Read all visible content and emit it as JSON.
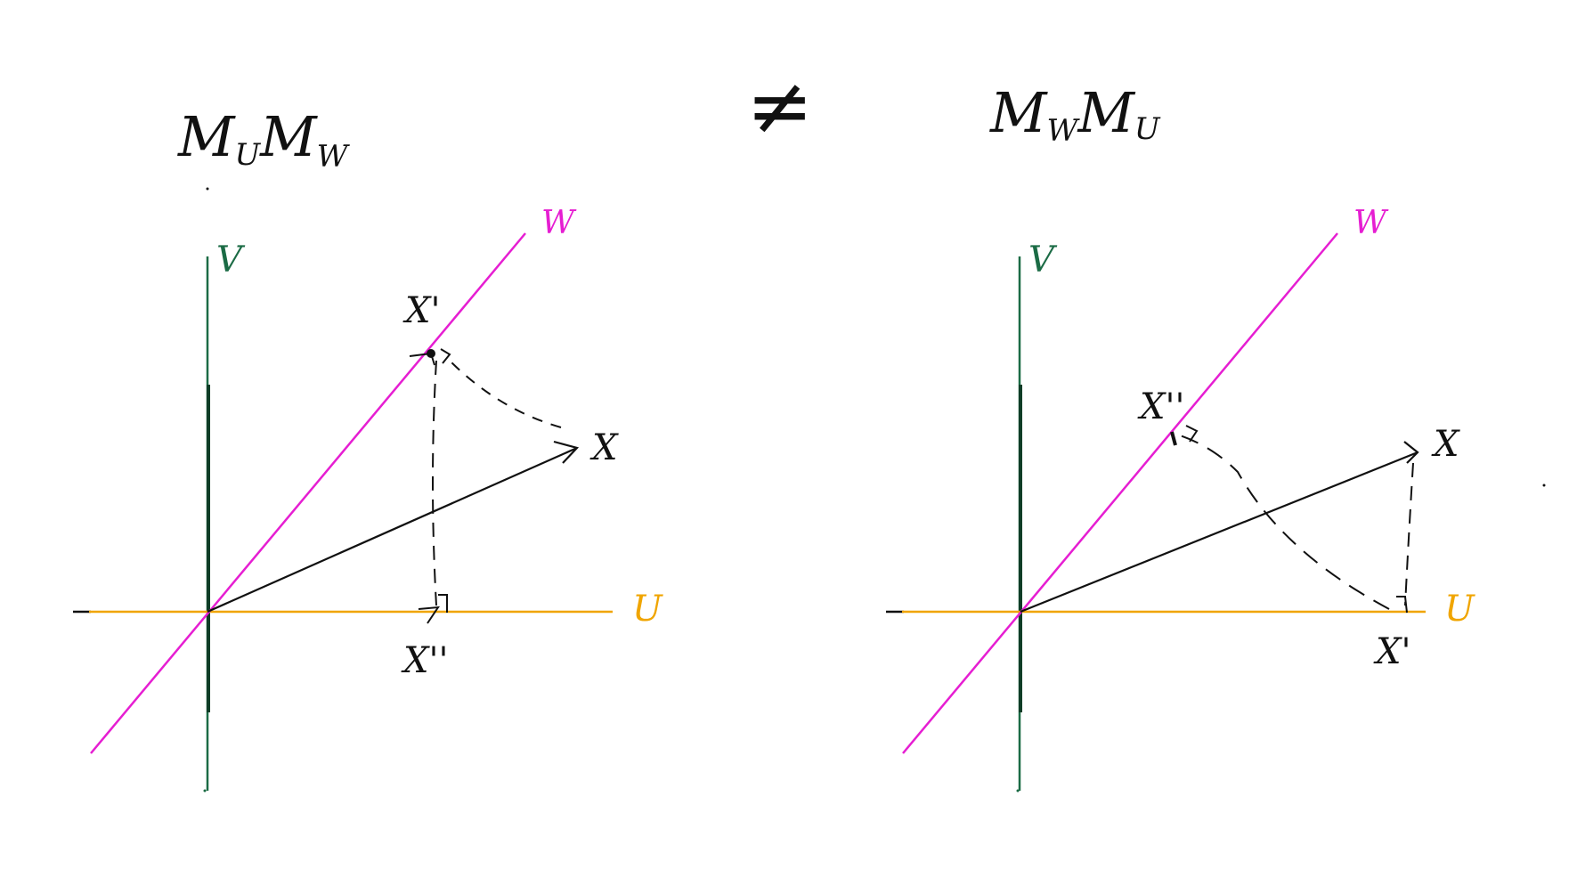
{
  "title_left": {
    "main": "M",
    "sub1": "U",
    "main2": "M",
    "sub2": "W"
  },
  "title_right": {
    "main": "M",
    "sub1": "W",
    "main2": "M",
    "sub2": "U"
  },
  "not_equal": "≠",
  "colors": {
    "u_axis": "#f0a500",
    "v_axis": "#1b6b45",
    "w_line": "#e61ed2",
    "ink": "#111111"
  },
  "left_diagram": {
    "u_label": "U",
    "v_label": "V",
    "w_label": "W",
    "x_label": "X",
    "x_prime_label": "X'",
    "x_dprime_label": "X''"
  },
  "right_diagram": {
    "u_label": "U",
    "v_label": "V",
    "w_label": "W",
    "x_label": "X",
    "x_prime_label": "X'",
    "x_dprime_label": "X''"
  }
}
